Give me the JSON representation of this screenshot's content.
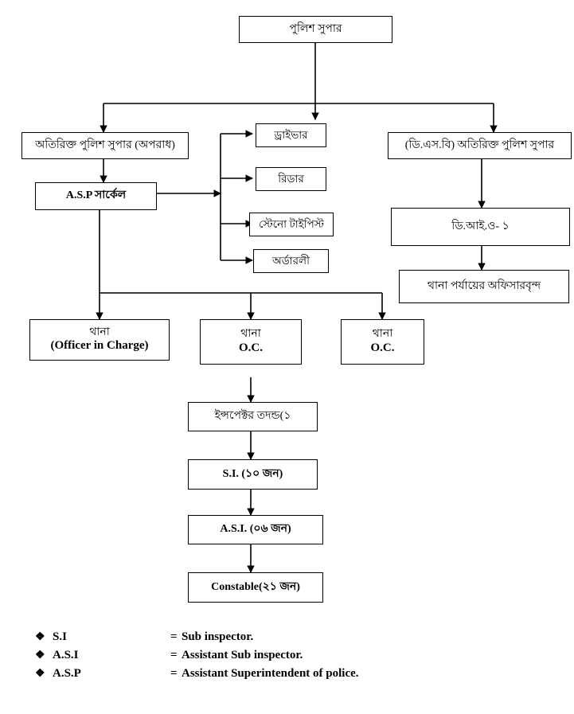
{
  "chart_data": {
    "type": "diagram",
    "title": "Police District Organogram",
    "nodes": [
      {
        "id": "sp",
        "lines": [
          "পুলিশ সুপার"
        ],
        "script": "bn"
      },
      {
        "id": "addl-sp-crime",
        "lines": [
          "অতিরিক্ত পুলিশ সুপার (অপরাধ)"
        ],
        "script": "bn"
      },
      {
        "id": "addl-sp-dsb",
        "lines": [
          "(ডি.এস.বি) অতিরিক্ত পুলিশ সুপার"
        ],
        "script": "bn"
      },
      {
        "id": "asp-circle",
        "lines": [
          "A.S.P সার্কেল"
        ],
        "script": "mix"
      },
      {
        "id": "driver",
        "lines": [
          "ড্রাইভার"
        ],
        "script": "bn"
      },
      {
        "id": "reader",
        "lines": [
          "রিডার"
        ],
        "script": "bn"
      },
      {
        "id": "steno",
        "lines": [
          "স্টেনো টাইপিস্ট"
        ],
        "script": "bn"
      },
      {
        "id": "orderly",
        "lines": [
          "অর্ডারলী"
        ],
        "script": "bn"
      },
      {
        "id": "dio",
        "lines": [
          "ডি.আই.ও- ১"
        ],
        "script": "bn"
      },
      {
        "id": "thana-officers",
        "lines": [
          "থানা পর্যায়ের অফিসারবৃন্দ"
        ],
        "script": "bn"
      },
      {
        "id": "thana-oic",
        "lines": [
          "থানা",
          "(Officer in Charge)"
        ],
        "script": "mix"
      },
      {
        "id": "thana-oc-1",
        "lines": [
          "থানা",
          "O.C."
        ],
        "script": "mix"
      },
      {
        "id": "thana-oc-2",
        "lines": [
          "থানা",
          "O.C."
        ],
        "script": "mix"
      },
      {
        "id": "inspector",
        "lines": [
          "ইন্সপেক্টর তদন্ড(১"
        ],
        "script": "bn"
      },
      {
        "id": "si",
        "lines": [
          "S.I. (১০ জন)"
        ],
        "script": "mix"
      },
      {
        "id": "asi",
        "lines": [
          "A.S.I. (০৬ জন)"
        ],
        "script": "mix"
      },
      {
        "id": "constable",
        "lines": [
          "Constable(২১ জন)"
        ],
        "script": "mix"
      }
    ],
    "edges": [
      {
        "from": "sp",
        "to": "addl-sp-crime"
      },
      {
        "from": "sp",
        "to": "driver"
      },
      {
        "from": "sp",
        "to": "addl-sp-dsb"
      },
      {
        "from": "addl-sp-crime",
        "to": "asp-circle"
      },
      {
        "from": "asp-circle",
        "to": "driver"
      },
      {
        "from": "asp-circle",
        "to": "reader"
      },
      {
        "from": "asp-circle",
        "to": "steno"
      },
      {
        "from": "asp-circle",
        "to": "orderly"
      },
      {
        "from": "asp-circle",
        "to": "thana-oic"
      },
      {
        "from": "asp-circle",
        "to": "thana-oc-1"
      },
      {
        "from": "asp-circle",
        "to": "thana-oc-2"
      },
      {
        "from": "addl-sp-dsb",
        "to": "dio"
      },
      {
        "from": "dio",
        "to": "thana-officers"
      },
      {
        "from": "thana-oc-1",
        "to": "inspector"
      },
      {
        "from": "inspector",
        "to": "si"
      },
      {
        "from": "si",
        "to": "asi"
      },
      {
        "from": "asi",
        "to": "constable"
      }
    ],
    "legend": [
      {
        "bullet": "❖",
        "abbr": "S.I",
        "eq": "=",
        "definition": "Sub inspector."
      },
      {
        "bullet": "❖",
        "abbr": "A.S.I",
        "eq": "=",
        "definition": "Assistant Sub inspector."
      },
      {
        "bullet": "❖",
        "abbr": "A.S.P",
        "eq": "=",
        "definition": "Assistant Superintendent of police."
      }
    ],
    "colors": {
      "line": "#000000",
      "box_fill": "#ffffff",
      "text": "#000000"
    }
  },
  "nodes": {
    "sp": {
      "line1": "পুলিশ সুপার"
    },
    "addl_sp_crime": {
      "line1": "অতিরিক্ত পুলিশ সুপার (অপরাধ)"
    },
    "addl_sp_dsb": {
      "line1": "(ডি.এস.বি) অতিরিক্ত পুলিশ সুপার"
    },
    "asp_circle": {
      "line1": "A.S.P সার্কেল"
    },
    "driver": {
      "line1": "ড্রাইভার"
    },
    "reader": {
      "line1": "রিডার"
    },
    "steno": {
      "line1": "স্টেনো টাইপিস্ট"
    },
    "orderly": {
      "line1": "অর্ডারলী"
    },
    "dio": {
      "line1": "ডি.আই.ও- ১"
    },
    "thana_officers": {
      "line1": "থানা পর্যায়ের অফিসারবৃন্দ"
    },
    "thana_oic": {
      "line1": "থানা",
      "line2": "(Officer in Charge)"
    },
    "thana_oc_1": {
      "line1": "থানা",
      "line2": "O.C."
    },
    "thana_oc_2": {
      "line1": "থানা",
      "line2": "O.C."
    },
    "inspector": {
      "line1": "ইন্সপেক্টর তদন্ড(১"
    },
    "si": {
      "line1": "S.I. (১০ জন)"
    },
    "asi": {
      "line1": "A.S.I. (০৬ জন)"
    },
    "constable": {
      "line1": "Constable(২১ জন)"
    }
  },
  "legend": {
    "rows": [
      {
        "bullet": "❖",
        "abbr": "S.I",
        "eq": "=",
        "definition": "Sub inspector."
      },
      {
        "bullet": "❖",
        "abbr": "A.S.I",
        "eq": "=",
        "definition": "Assistant Sub inspector."
      },
      {
        "bullet": "❖",
        "abbr": "A.S.P",
        "eq": "=",
        "definition": "Assistant Superintendent of police."
      }
    ]
  }
}
